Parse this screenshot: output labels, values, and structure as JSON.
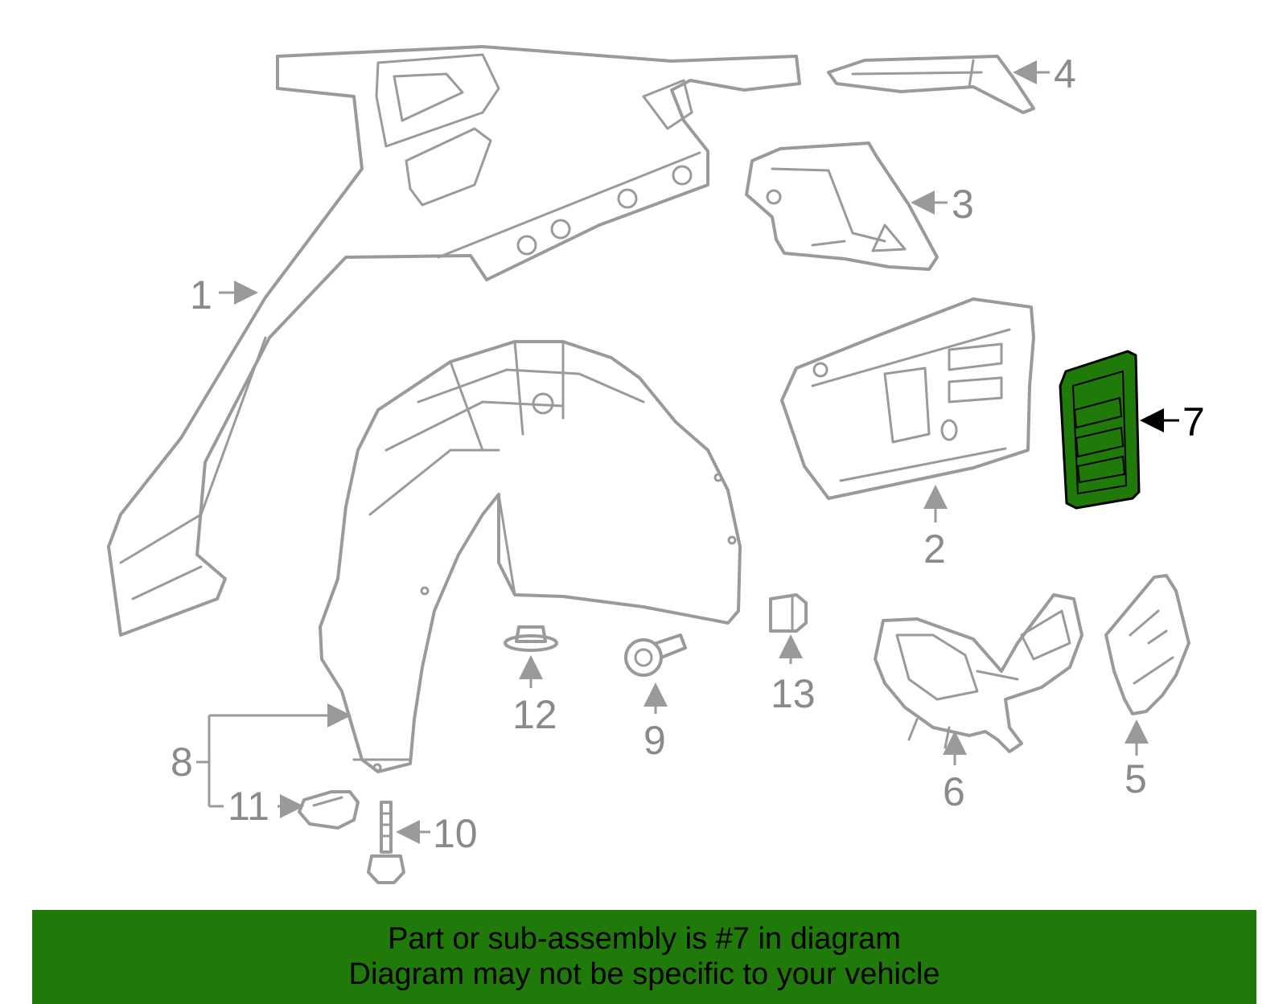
{
  "callouts": {
    "c1": "1",
    "c2": "2",
    "c3": "3",
    "c4": "4",
    "c5": "5",
    "c6": "6",
    "c7": "7",
    "c8": "8",
    "c9": "9",
    "c10": "10",
    "c11": "11",
    "c12": "12",
    "c13": "13"
  },
  "highlighted_part": "7",
  "colors": {
    "highlight_fill": "#1f7a0a",
    "part_stroke": "#9a9a9a",
    "banner_bg": "#1f7a0a"
  },
  "banner": {
    "line1": "Part or sub-assembly is #7 in diagram",
    "line2": "Diagram may not be specific to your vehicle"
  }
}
